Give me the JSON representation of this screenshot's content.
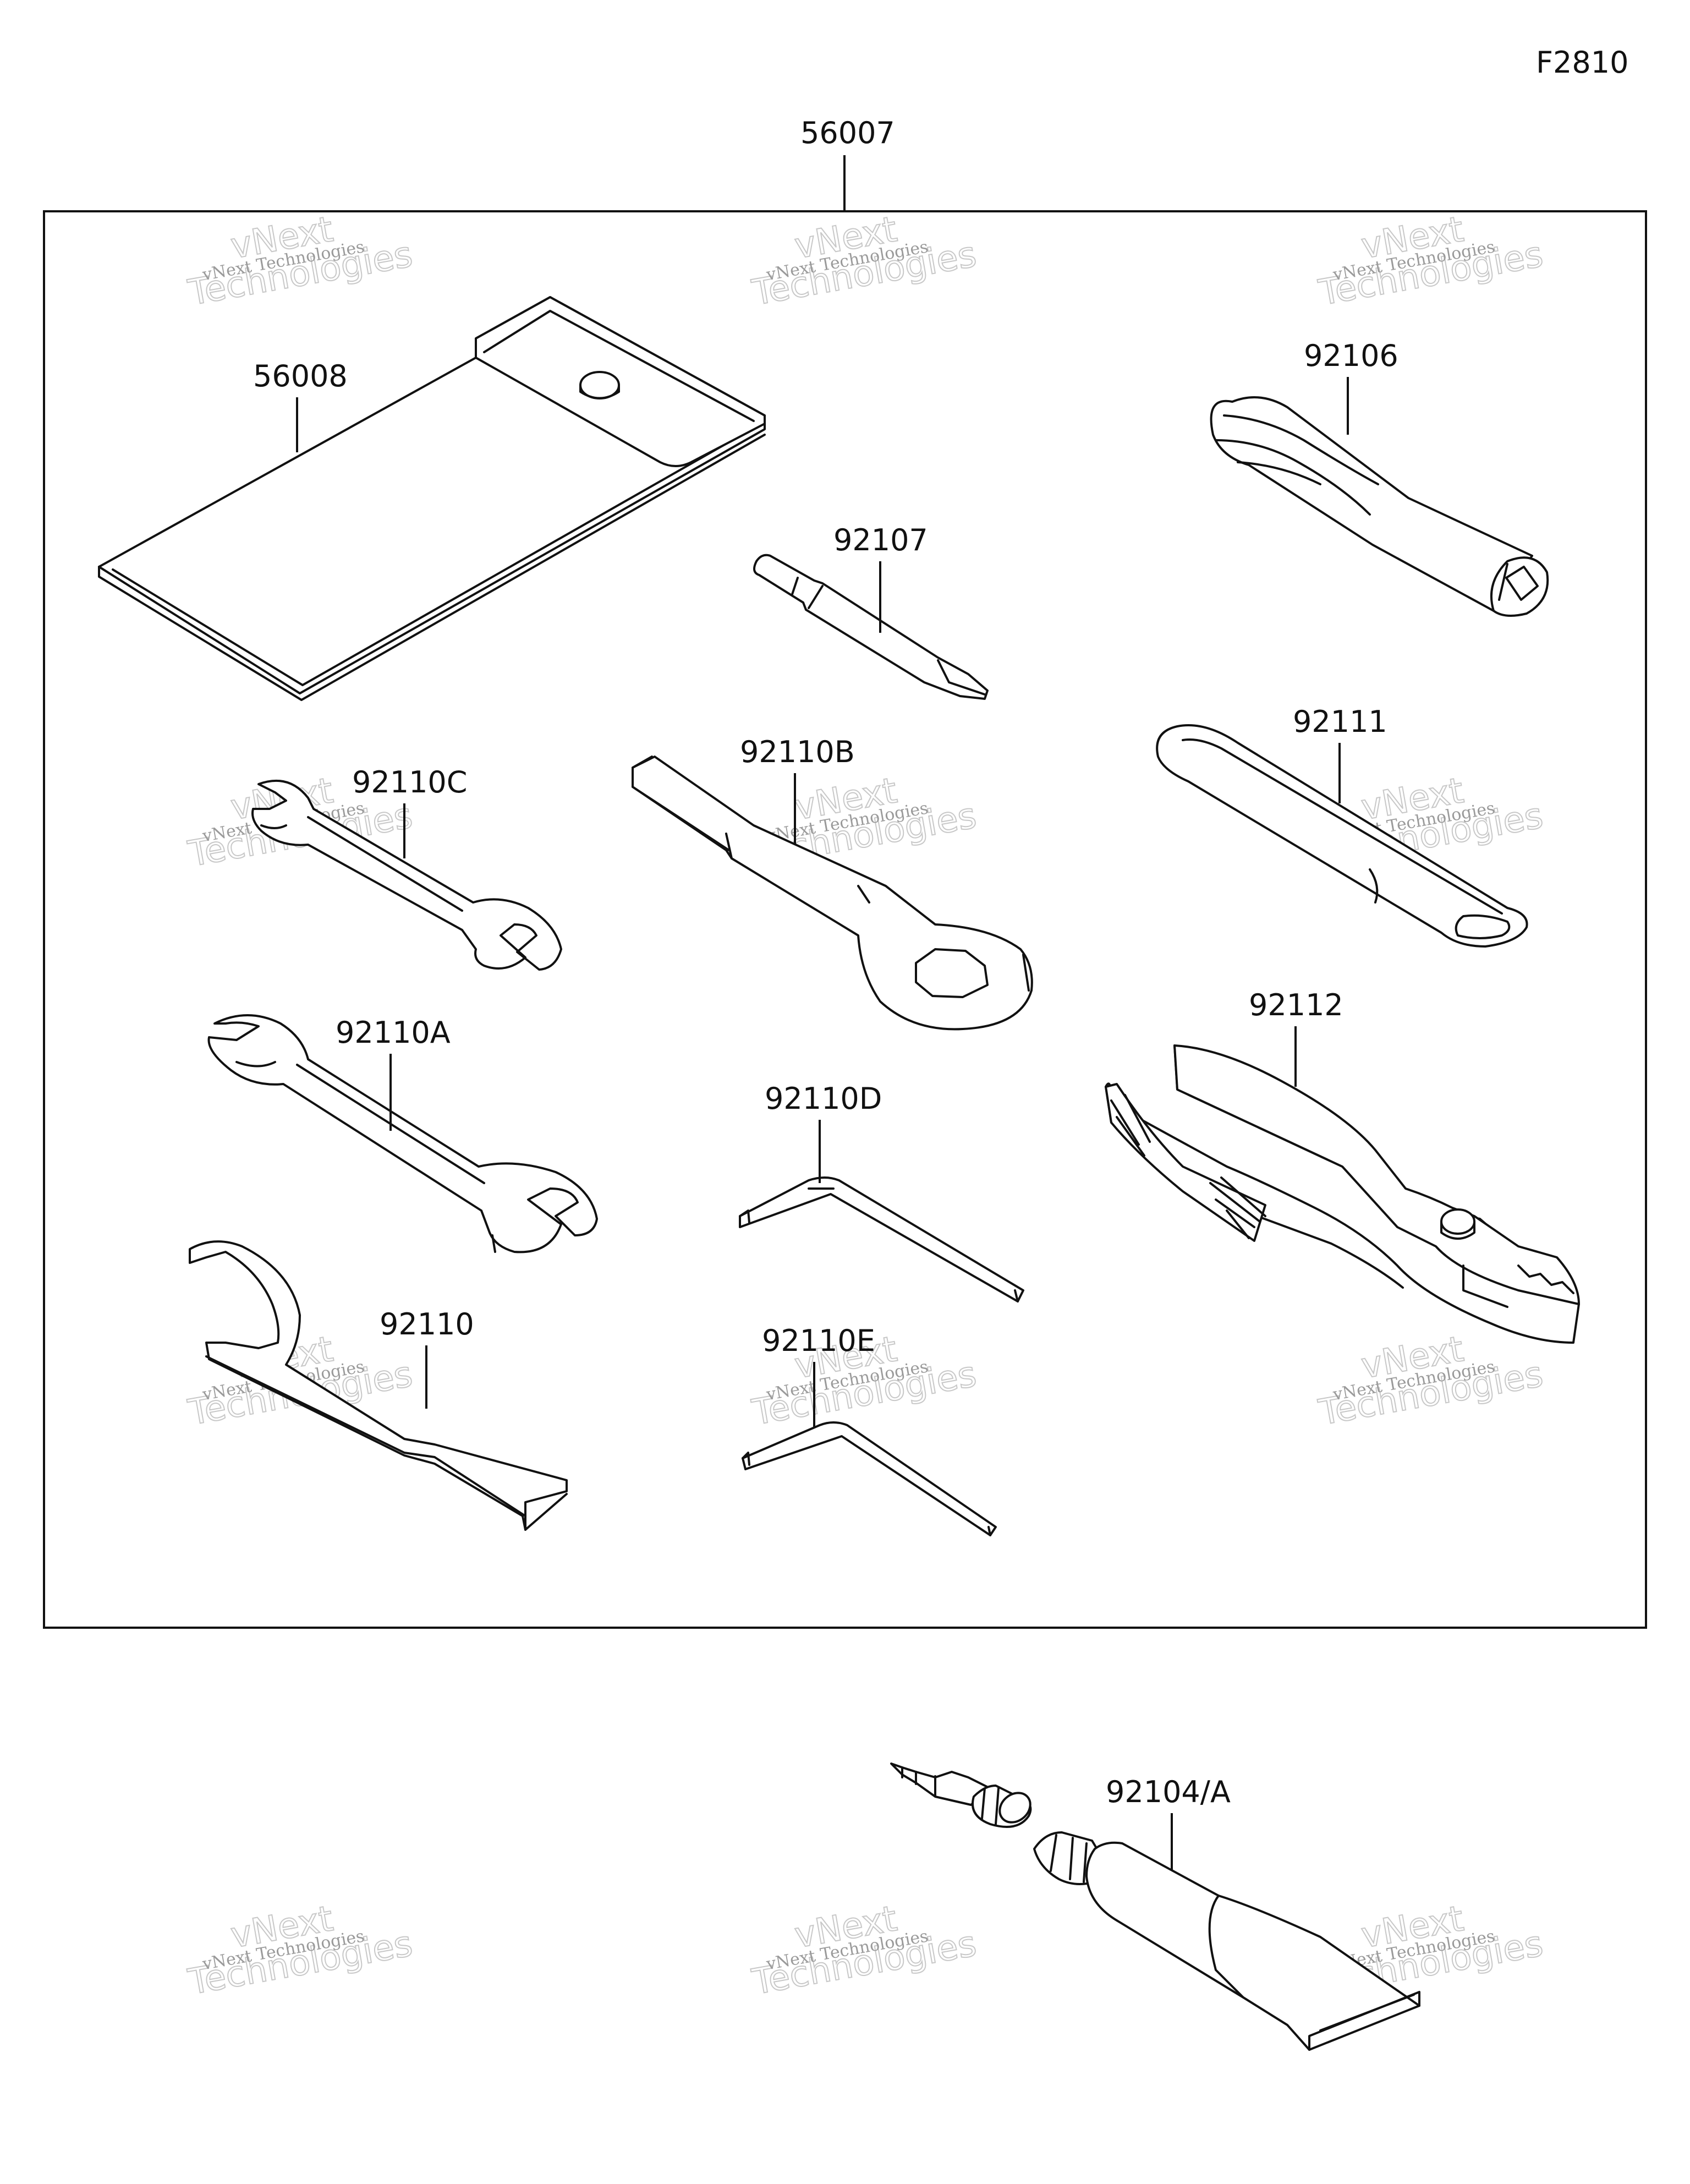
{
  "figure_code": "F2810",
  "kit_label": "56007",
  "parts": [
    {
      "id": "56008",
      "name": "pouch"
    },
    {
      "id": "92106",
      "name": "screwdriver-handle"
    },
    {
      "id": "92107",
      "name": "screwdriver-bit"
    },
    {
      "id": "92110C",
      "name": "small-open-wrench"
    },
    {
      "id": "92110B",
      "name": "ring-wrench"
    },
    {
      "id": "92111",
      "name": "extension-bar"
    },
    {
      "id": "92110A",
      "name": "open-wrench"
    },
    {
      "id": "92112",
      "name": "pliers"
    },
    {
      "id": "92110D",
      "name": "hex-key-large"
    },
    {
      "id": "92110",
      "name": "hook-spanner"
    },
    {
      "id": "92110E",
      "name": "hex-key-small"
    },
    {
      "id": "92104/A",
      "name": "tube-and-nozzle"
    }
  ],
  "watermark": {
    "line1": "vNext Technologies",
    "line2": "Technologies",
    "line3": "vNext"
  }
}
